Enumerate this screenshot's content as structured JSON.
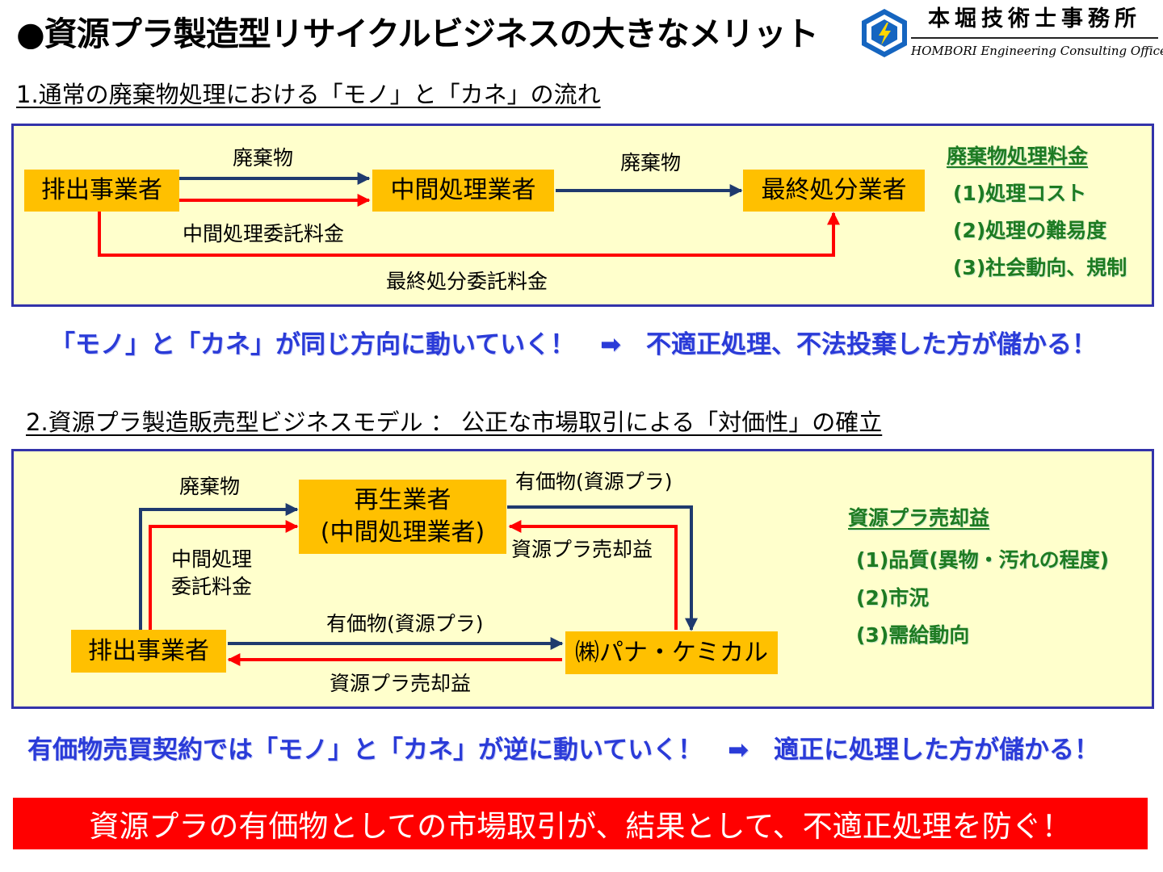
{
  "title": "●資源プラ製造型リサイクルビジネスの大きなメリット",
  "logo": {
    "name": "本堀技術士事務所",
    "english": "HOMBORI Engineering Consulting Office"
  },
  "section1": {
    "heading": "1.通常の廃棄物処理における「モノ」と「カネ」の流れ",
    "nodes": {
      "emitter": "排出事業者",
      "intermediate": "中間処理業者",
      "final": "最終処分業者"
    },
    "labels": {
      "waste1": "廃棄物",
      "waste2": "廃棄物",
      "fee_intermediate": "中間処理委託料金",
      "fee_final": "最終処分委託料金"
    },
    "side": {
      "title": "廃棄物処理料金",
      "items": [
        "(1)処理コスト",
        "(2)処理の難易度",
        "(3)社会動向、規制"
      ]
    },
    "message": "「モノ」と「カネ」が同じ方向に動いていく！　➡　不適正処理、不法投棄した方が儲かる！"
  },
  "section2": {
    "heading": "2.資源プラ製造販売型ビジネスモデル ： 公正な市場取引による「対価性」の確立",
    "nodes": {
      "recycler": "再生業者\n(中間処理業者)",
      "emitter": "排出事業者",
      "pana": "㈱パナ・ケミカル"
    },
    "labels": {
      "waste": "廃棄物",
      "fee": "中間処理\n委託料金",
      "valuable_top": "有価物(資源プラ)",
      "proceeds_top": "資源プラ売却益",
      "valuable_mid": "有価物(資源プラ)",
      "proceeds_bottom": "資源プラ売却益"
    },
    "side": {
      "title": "資源プラ売却益",
      "items": [
        "(1)品質(異物・汚れの程度)",
        "(2)市況",
        "(3)需給動向"
      ]
    },
    "message": "有価物売買契約では「モノ」と「カネ」が逆に動いていく！　➡　適正に処理した方が儲かる！"
  },
  "banner": "資源プラの有価物としての市場取引が、結果として、不適正処理を防ぐ！",
  "colors": {
    "panel_bg": "#FFFFCC",
    "panel_border": "#3333AA",
    "box": "#FFC000",
    "goods_arrow": "#1F3A6E",
    "money_arrow": "#FF0000",
    "green_text": "#1E7B22",
    "blue_text": "#2A3BD8",
    "banner_bg": "#FF0000"
  }
}
